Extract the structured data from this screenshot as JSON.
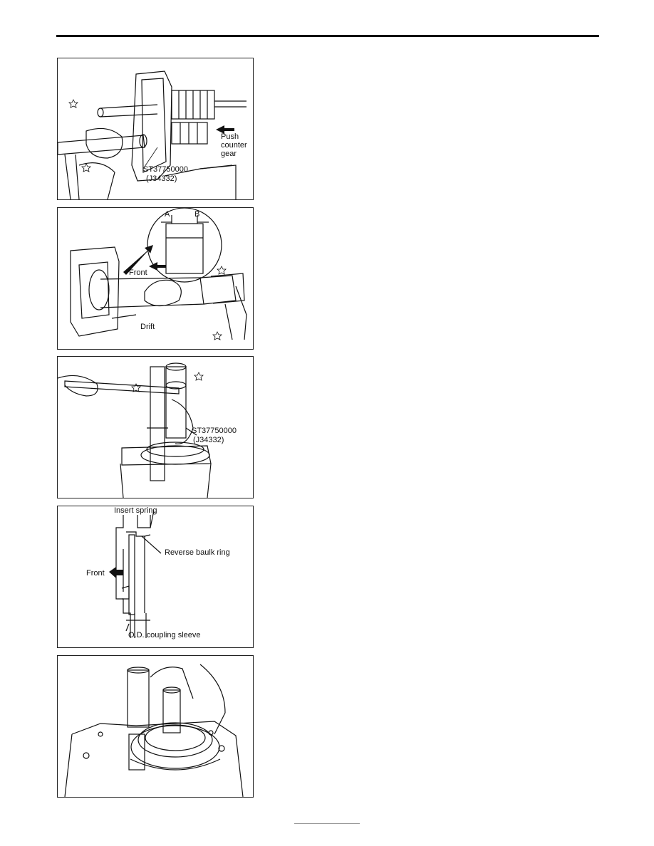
{
  "figures": [
    {
      "id": "fig1",
      "labels": {
        "push_line1": "Push",
        "push_line2": "counter",
        "push_line3": "gear",
        "tool_part": "ST37750000",
        "tool_kent": "(J34332)"
      }
    },
    {
      "id": "fig2",
      "labels": {
        "dim_a": "A",
        "dim_b": "B",
        "front": "Front",
        "drift": "Drift"
      }
    },
    {
      "id": "fig3",
      "labels": {
        "tool_part": "ST37750000",
        "tool_kent": "(J34332)"
      }
    },
    {
      "id": "fig4",
      "labels": {
        "insert_spring": "Insert spring",
        "reverse_baulk_ring": "Reverse baulk ring",
        "front": "Front",
        "od_coupling_sleeve": "O.D. coupling sleeve"
      }
    },
    {
      "id": "fig5",
      "labels": {}
    }
  ]
}
